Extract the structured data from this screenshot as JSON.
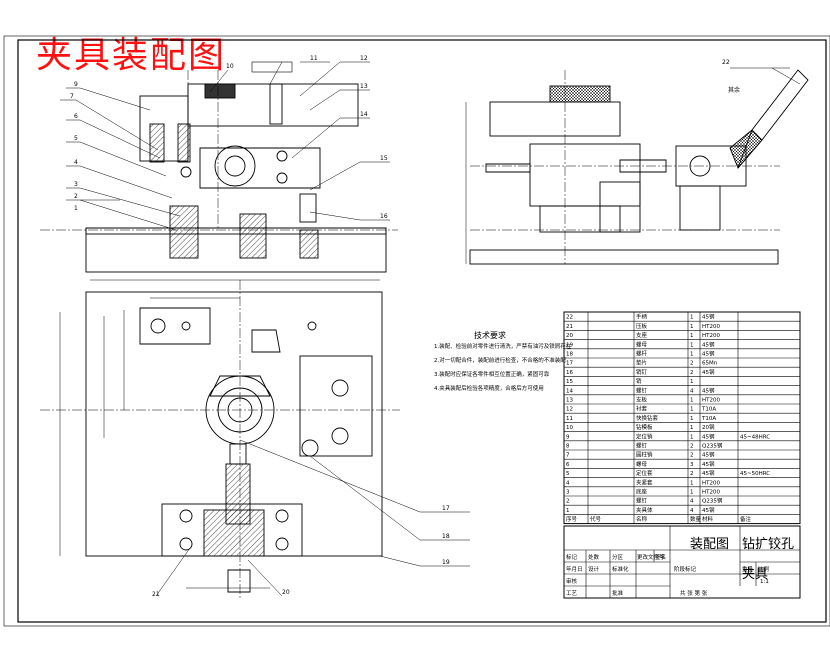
{
  "stamp": {
    "text": "夹具装配图"
  },
  "balloons": {
    "front": [
      "9",
      "7",
      "6",
      "5",
      "4",
      "3",
      "2",
      "1",
      "10",
      "11",
      "12",
      "13",
      "14",
      "15",
      "16"
    ],
    "top": [
      "17",
      "18",
      "19",
      "20",
      "21"
    ],
    "side": [
      "22"
    ]
  },
  "annotations": {
    "side_callout": "其余"
  },
  "tech_req": {
    "title": "技术要求",
    "lines": [
      "1.装配、检验前对零件进行清洗，严禁有油污及铁屑存在",
      "2.对一切配合件，装配前进行检查，不合格的不准装配",
      "3.装配时应保证各零件相互位置正确，紧固可靠",
      "4.夹具装配后检验各项精度，合格后方可使用"
    ]
  },
  "bom": {
    "rows": [
      {
        "no": "22",
        "name": "手柄",
        "qty": "1",
        "mat": "45钢",
        "note": ""
      },
      {
        "no": "21",
        "name": "压板",
        "qty": "1",
        "mat": "HT200",
        "note": ""
      },
      {
        "no": "20",
        "name": "支座",
        "qty": "1",
        "mat": "HT200",
        "note": ""
      },
      {
        "no": "19",
        "name": "螺母",
        "qty": "1",
        "mat": "45钢",
        "note": ""
      },
      {
        "no": "18",
        "name": "螺杆",
        "qty": "1",
        "mat": "45钢",
        "note": ""
      },
      {
        "no": "17",
        "name": "垫片",
        "qty": "2",
        "mat": "65Mn",
        "note": ""
      },
      {
        "no": "16",
        "name": "销钉",
        "qty": "2",
        "mat": "45钢",
        "note": ""
      },
      {
        "no": "15",
        "name": "销",
        "qty": "1",
        "mat": "",
        "note": ""
      },
      {
        "no": "14",
        "name": "螺钉",
        "qty": "4",
        "mat": "45钢",
        "note": ""
      },
      {
        "no": "13",
        "name": "支板",
        "qty": "1",
        "mat": "HT200",
        "note": ""
      },
      {
        "no": "12",
        "name": "衬套",
        "qty": "1",
        "mat": "T10A",
        "note": ""
      },
      {
        "no": "11",
        "name": "快换钻套",
        "qty": "1",
        "mat": "T10A",
        "note": ""
      },
      {
        "no": "10",
        "name": "钻模板",
        "qty": "1",
        "mat": "20钢",
        "note": ""
      },
      {
        "no": "9",
        "name": "定位销",
        "qty": "1",
        "mat": "45钢",
        "note": "45~48HRC"
      },
      {
        "no": "8",
        "name": "螺钉",
        "qty": "2",
        "mat": "Q235钢",
        "note": ""
      },
      {
        "no": "7",
        "name": "圆柱销",
        "qty": "2",
        "mat": "45钢",
        "note": ""
      },
      {
        "no": "6",
        "name": "螺母",
        "qty": "3",
        "mat": "45钢",
        "note": ""
      },
      {
        "no": "5",
        "name": "定位套",
        "qty": "2",
        "mat": "45钢",
        "note": "45~50HRC"
      },
      {
        "no": "4",
        "name": "夹紧套",
        "qty": "1",
        "mat": "HT200",
        "note": ""
      },
      {
        "no": "3",
        "name": "底座",
        "qty": "1",
        "mat": "HT200",
        "note": ""
      },
      {
        "no": "2",
        "name": "螺钉",
        "qty": "4",
        "mat": "Q235钢",
        "note": ""
      },
      {
        "no": "1",
        "name": "夹具体",
        "qty": "4",
        "mat": "45钢",
        "note": ""
      }
    ],
    "header": {
      "no": "序号",
      "code": "代号",
      "name": "名称",
      "qty": "数量",
      "mat": "材料",
      "note": "备注"
    }
  },
  "title_block": {
    "drawing_title": "装配图",
    "part_title_1": "钻扩铰孔",
    "part_title_2": "夹具",
    "scale": "1:1",
    "labels": {
      "mark": "标记",
      "count": "处数",
      "zone": "分区",
      "change_doc": "更改文件号",
      "sign": "签名",
      "date": "年月日",
      "design": "设计",
      "standard": "标准化",
      "stage_mark": "阶段标记",
      "weight": "重量",
      "ratio": "比例",
      "review": "审核",
      "process": "工艺",
      "approve": "批准",
      "sheets": "共 张 第 张"
    }
  }
}
